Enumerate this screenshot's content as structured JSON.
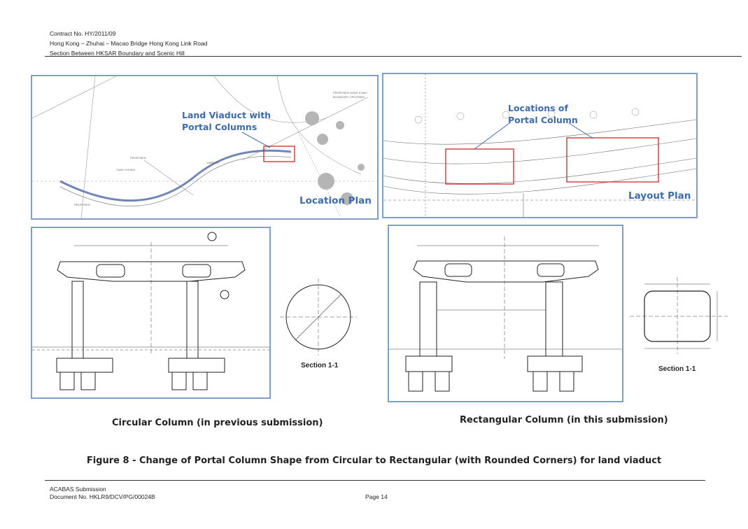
{
  "header": {
    "contract": "Contract No. HY/2011/09",
    "project": "Hong Kong – Zhuhai – Macao Bridge Hong Kong Link Road",
    "section": "Section Between HKSAR Boundary and Scenic Hill"
  },
  "location_plan": {
    "callout": "Land Viaduct with Portal Columns",
    "label": "Location Plan"
  },
  "layout_plan": {
    "callout": "Locations of Portal Column",
    "label": "Layout Plan"
  },
  "circular": {
    "section_label": "Section 1-1",
    "caption": "Circular Column (in previous submission)"
  },
  "rectangular": {
    "section_label": "Section 1-1",
    "caption": "Rectangular Column (in this submission)"
  },
  "figure": {
    "title": "Figure 8 - Change of Portal Column Shape from Circular to Rectangular (with Rounded Corners) for land viaduct"
  },
  "footer": {
    "submission": "ACABAS Submission",
    "document": "Document No. HKLR9/DCV/PG/00024B",
    "page": "Page 14"
  },
  "colors": {
    "panel_border": "#7f9fc8",
    "callout_text": "#3a6cb0",
    "highlight_box": "#d02a2a"
  }
}
